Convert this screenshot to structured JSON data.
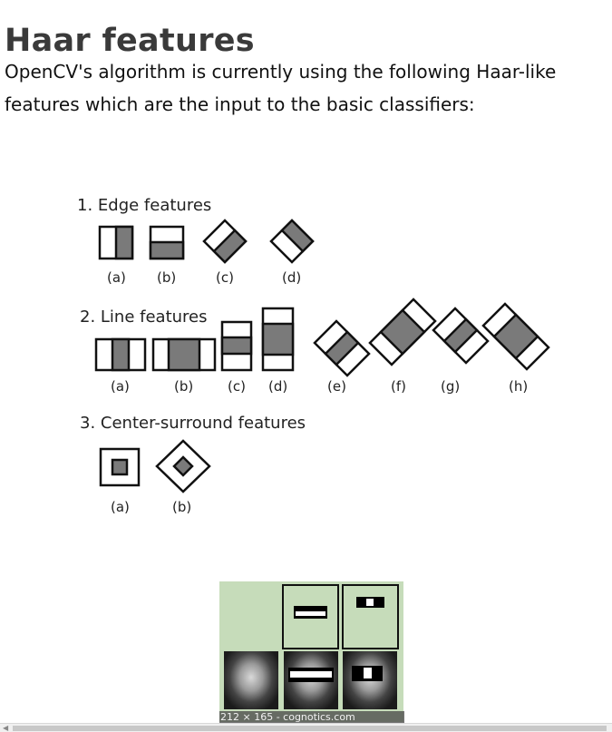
{
  "heading": "Haar features",
  "intro": "OpenCV's algorithm is currently using the following Haar-like features which are the input to the basic classifiers:",
  "figure": {
    "sections": [
      {
        "title": "1. Edge features",
        "labels": [
          "(a)",
          "(b)",
          "(c)",
          "(d)"
        ]
      },
      {
        "title": "2. Line features",
        "labels": [
          "(a)",
          "(b)",
          "(c)",
          "(d)",
          "(e)",
          "(f)",
          "(g)",
          "(h)"
        ]
      },
      {
        "title": "3. Center-surround features",
        "labels": [
          "(a)",
          "(b)"
        ]
      }
    ]
  },
  "thumbnail": {
    "caption": "212 × 165 - cognotics.com"
  },
  "colors": {
    "feature_fill": "#7a7a7a",
    "thumbnail_bg": "#c6dcba"
  }
}
